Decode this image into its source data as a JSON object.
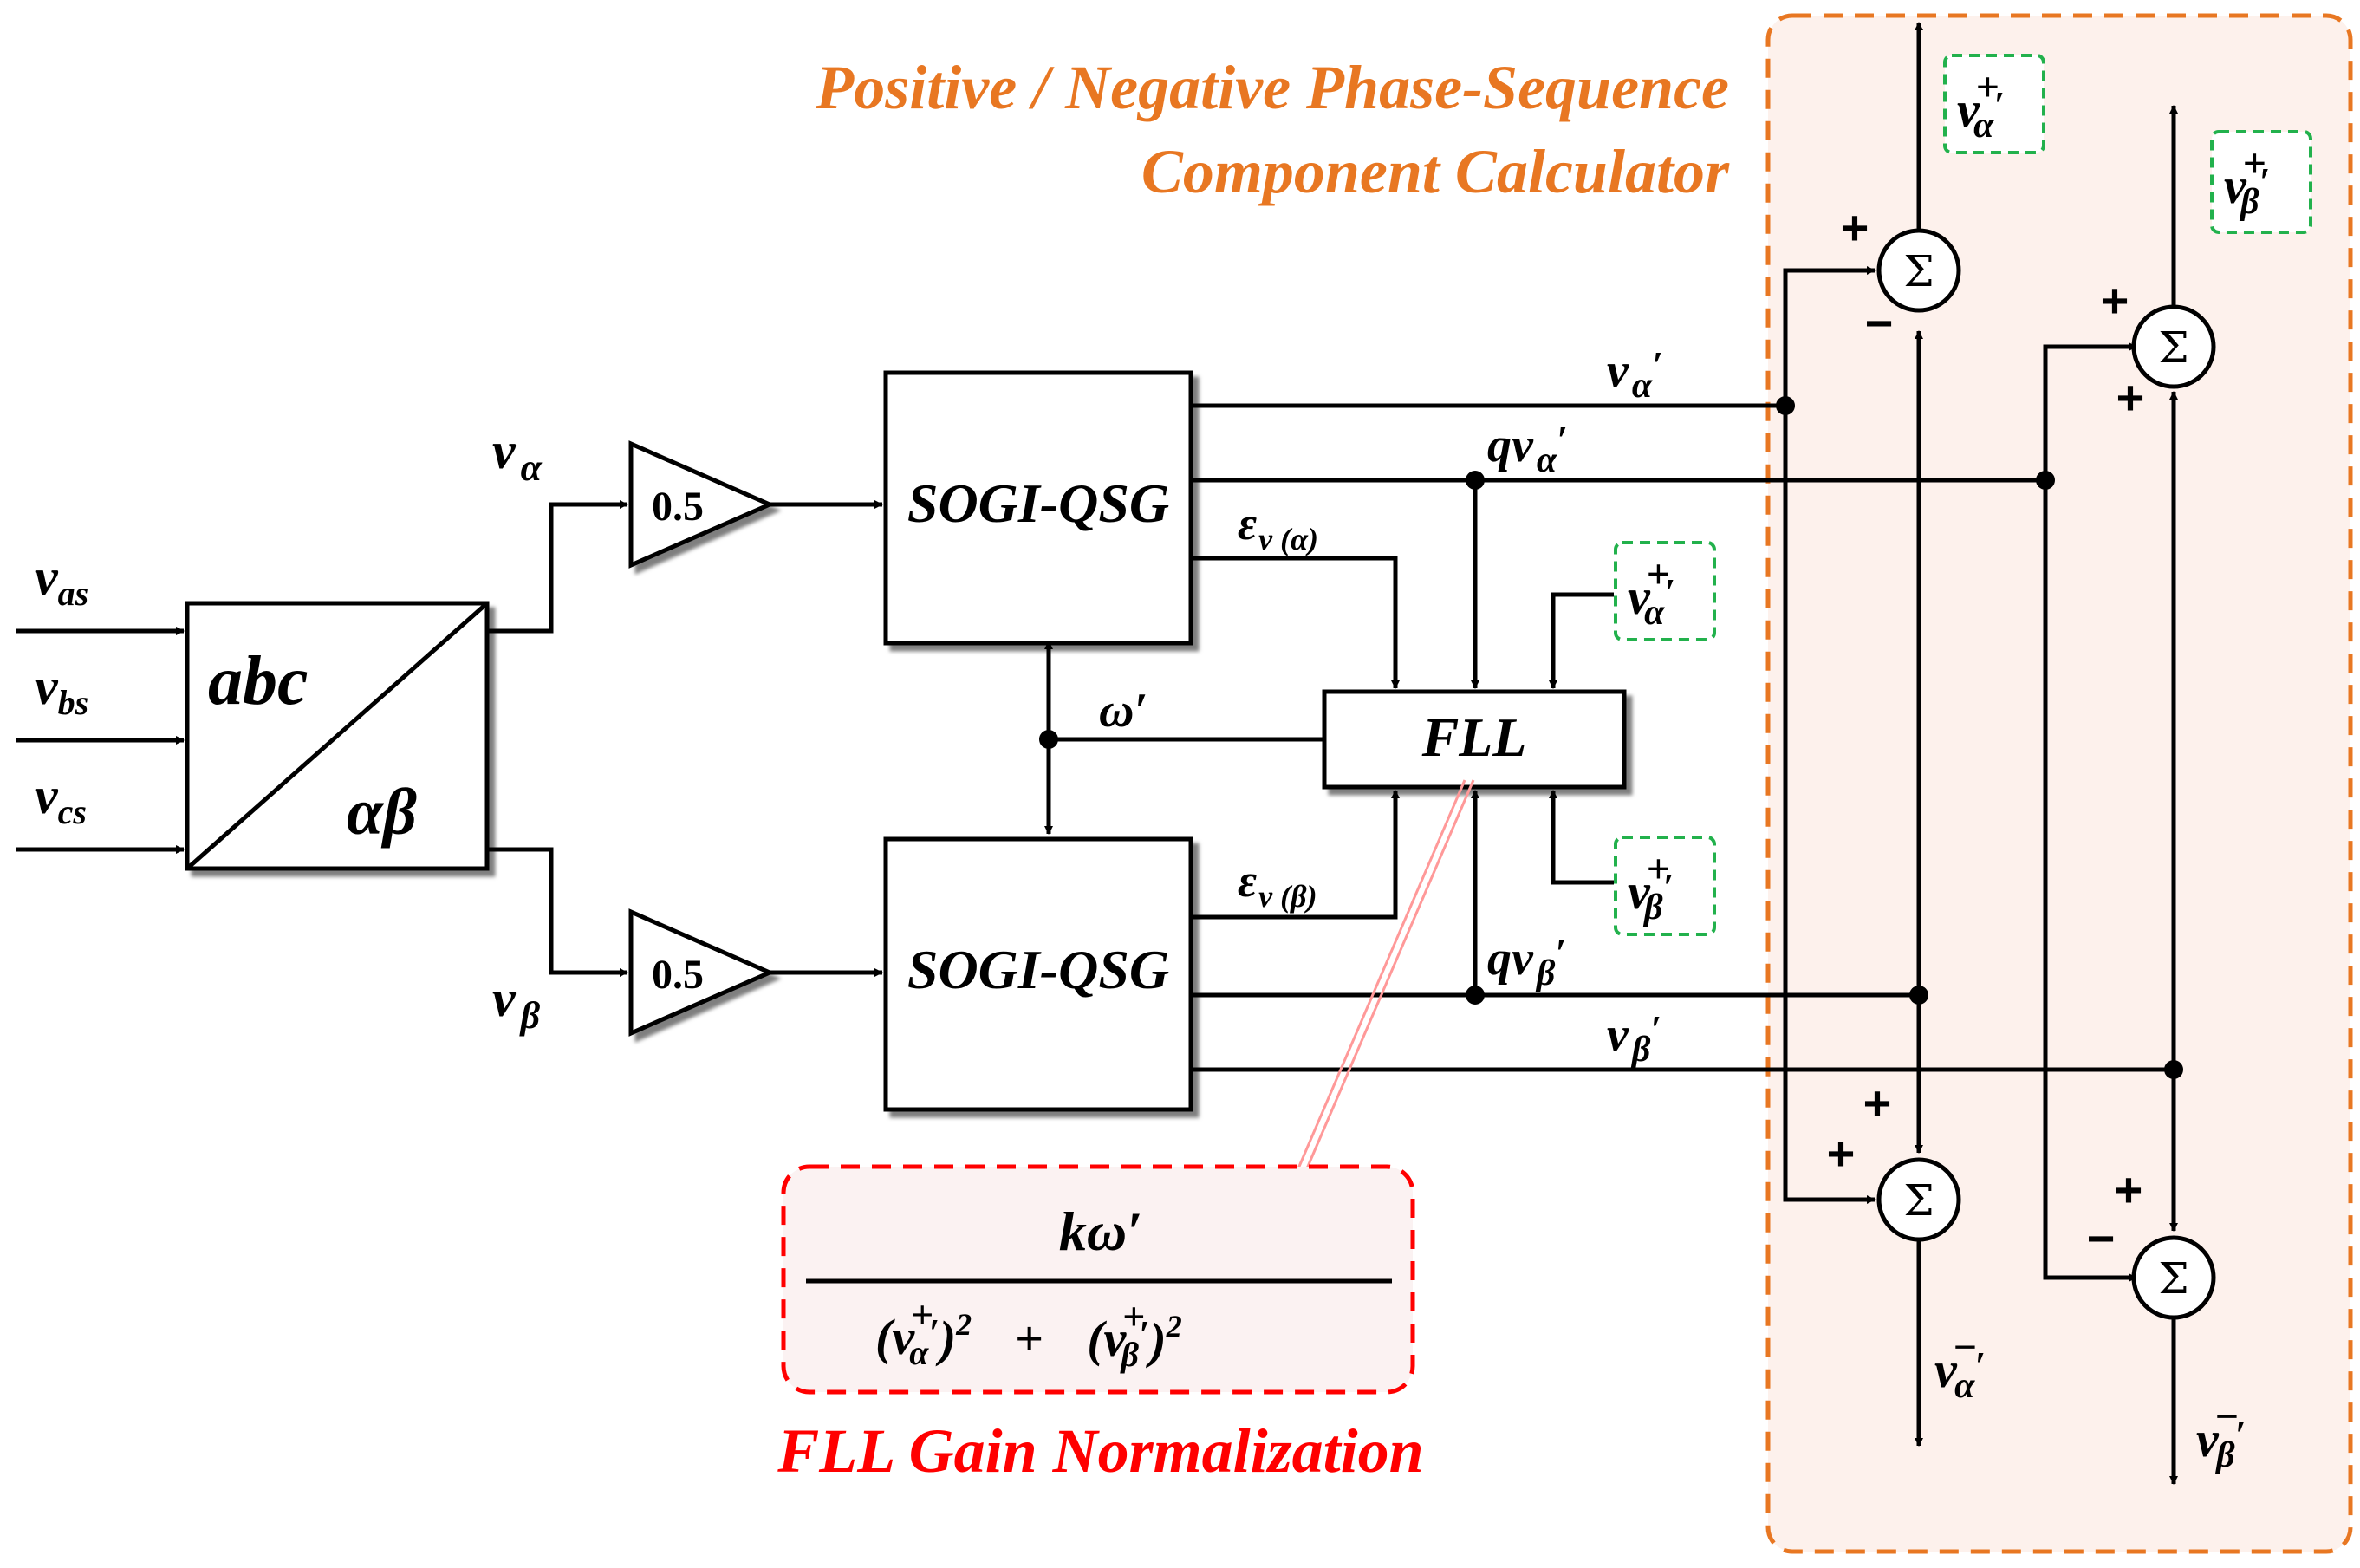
{
  "titles": {
    "calc_line1": "Positive / Negative Phase-Sequence",
    "calc_line2": "Component Calculator",
    "norm": "FLL Gain Normalization"
  },
  "blocks": {
    "abc": "abc",
    "alphabeta": "αβ",
    "gain_top": "0.5",
    "gain_bottom": "0.5",
    "sogi_top": "SOGI-QSG",
    "sogi_bottom": "SOGI-QSG",
    "fll": "FLL"
  },
  "symbols": {
    "v": "v",
    "qv": "qv",
    "sub_as": "as",
    "sub_bs": "bs",
    "sub_cs": "cs",
    "alpha": "α",
    "beta": "β",
    "prime": "′",
    "omega_prime": "ω′",
    "eps": "ε",
    "eps_sub_alpha": "v (α)",
    "eps_sub_beta": "v (β)",
    "sigma": "Σ",
    "plus": "+",
    "minus": "−"
  },
  "formula": {
    "numerator": "kω′",
    "denominator_open": "(",
    "denominator_close": ")",
    "exp": "2",
    "plus_sign": "+"
  },
  "colors": {
    "calculator_title": "#e87722",
    "calculator_border": "#e87722",
    "calculator_fill": "#fdf1ec",
    "norm_title": "#ff0000",
    "norm_border": "#ff0000",
    "norm_fill": "#fbf2f2",
    "tag_border": "#22b14c",
    "leader_line": "#ff9999"
  }
}
